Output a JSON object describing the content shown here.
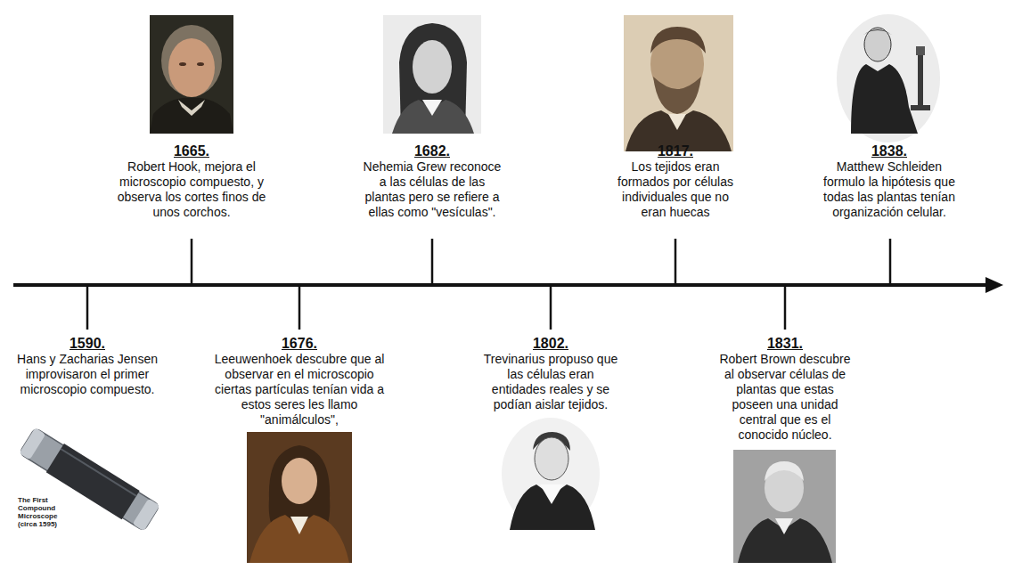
{
  "diagram": {
    "labels": [
      "1590.",
      "Hans y Zacharias Jensen improvisaron el primer microscopio compuesto.",
      "The First Compound Microscope (circa 1595)",
      "1665.",
      "Robert Hook, mejora el microscopio compuesto, y observa los cortes finos de unos corchos.",
      "1676.",
      "Leeuwenhoek descubre que al observar en el microscopio ciertas partículas tenían vida a estos seres les llamo \"animálculos\",",
      "1682.",
      "Nehemia Grew reconoce a las células de las plantas pero se refiere a ellas como \"vesículas\".",
      "1802.",
      "Trevinarius propuso que las células eran entidades reales y se podían aislar tejidos.",
      "1817.",
      "Los tejidos eran formados por células individuales que no eran huecas",
      "1831.",
      "Robert Brown descubre al observar células de plantas que estas poseen una unidad central que es el conocido núcleo.",
      "1838.",
      "Matthew Schleiden formulo la hipótesis que todas las plantas tenían organización celular."
    ]
  }
}
